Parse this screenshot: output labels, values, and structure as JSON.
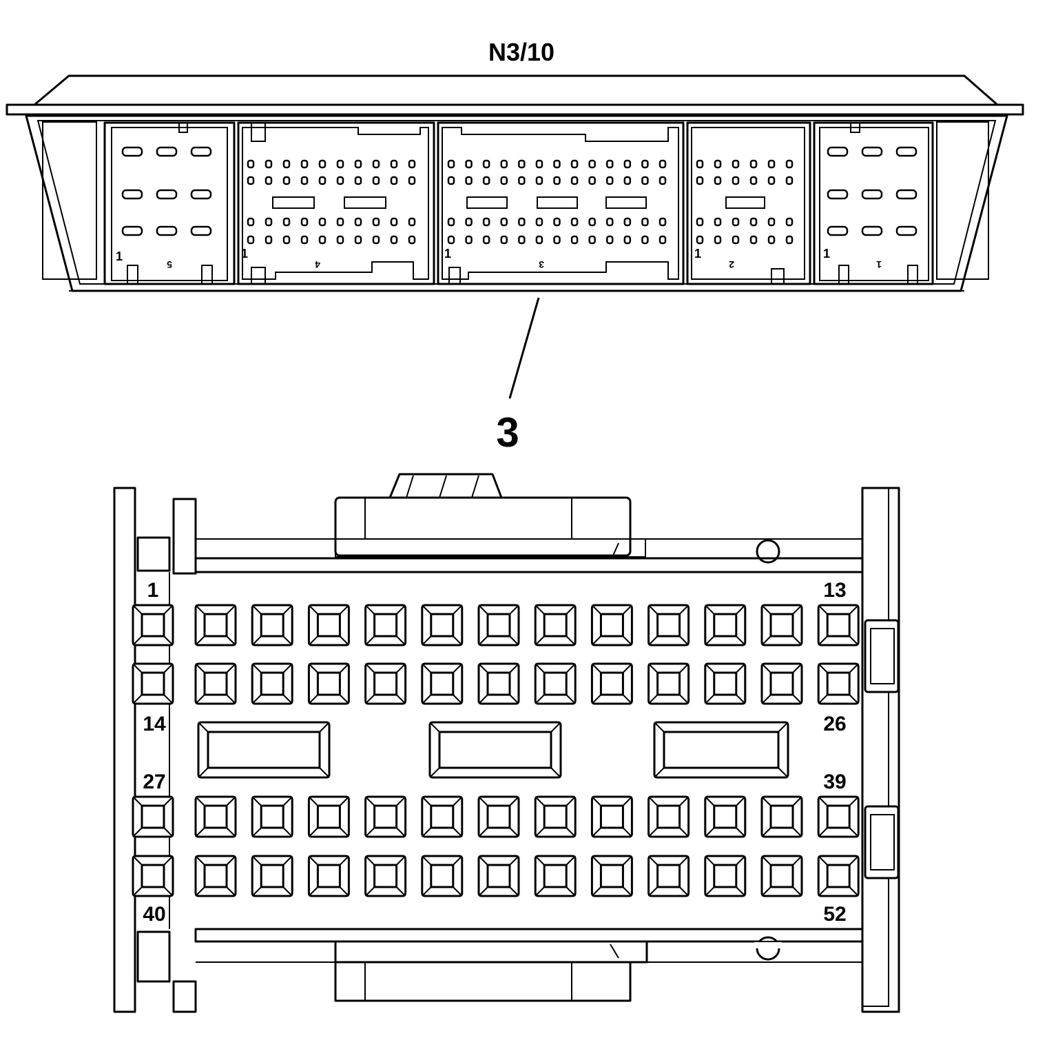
{
  "component": {
    "label": "N3/10"
  },
  "callout": {
    "label": "3"
  },
  "ecu_sockets": [
    {
      "number": "5",
      "pin_one_label": "1"
    },
    {
      "number": "4",
      "pin_one_label": "1"
    },
    {
      "number": "3",
      "pin_one_label": "1"
    },
    {
      "number": "2",
      "pin_one_label": "1"
    },
    {
      "number": "1",
      "pin_one_label": "1"
    }
  ],
  "connector": {
    "name": "3",
    "pin_rows": 4,
    "pins_per_row": 13,
    "pin_labels": {
      "row1_first": "1",
      "row1_last": "13",
      "row2_first": "14",
      "row2_last": "26",
      "row3_first": "27",
      "row3_last": "39",
      "row4_first": "40",
      "row4_last": "52"
    }
  },
  "colors": {
    "line": "#000000",
    "background": "#ffffff"
  }
}
